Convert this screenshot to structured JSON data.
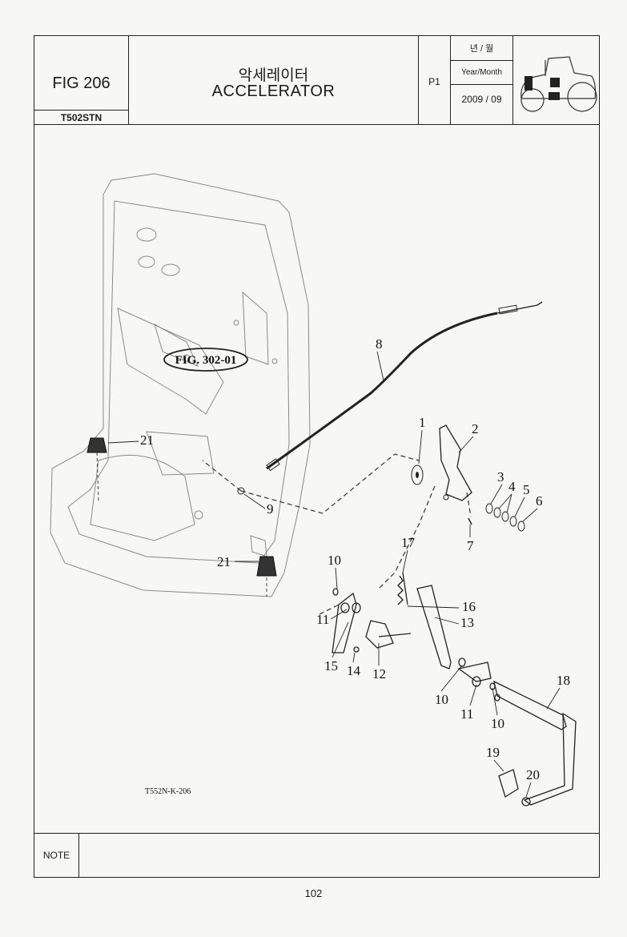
{
  "header": {
    "figure": "FIG 206",
    "model": "T502STN",
    "title_ko": "악세레이터",
    "title_en": "ACCELERATOR",
    "page_label": "P1",
    "date_ko": "년 / 월",
    "date_en": "Year/Month",
    "date_value": "2009 / 09"
  },
  "diagram": {
    "reference_callout": "FIG. 302-01",
    "drawing_code": "T552N-K-206",
    "parts": [
      "1",
      "2",
      "3",
      "4",
      "5",
      "6",
      "7",
      "8",
      "9",
      "10",
      "10",
      "10",
      "11",
      "11",
      "12",
      "13",
      "14",
      "15",
      "16",
      "17",
      "18",
      "19",
      "20",
      "21",
      "21"
    ]
  },
  "footer": {
    "note_label": "NOTE",
    "page_number": "102"
  }
}
